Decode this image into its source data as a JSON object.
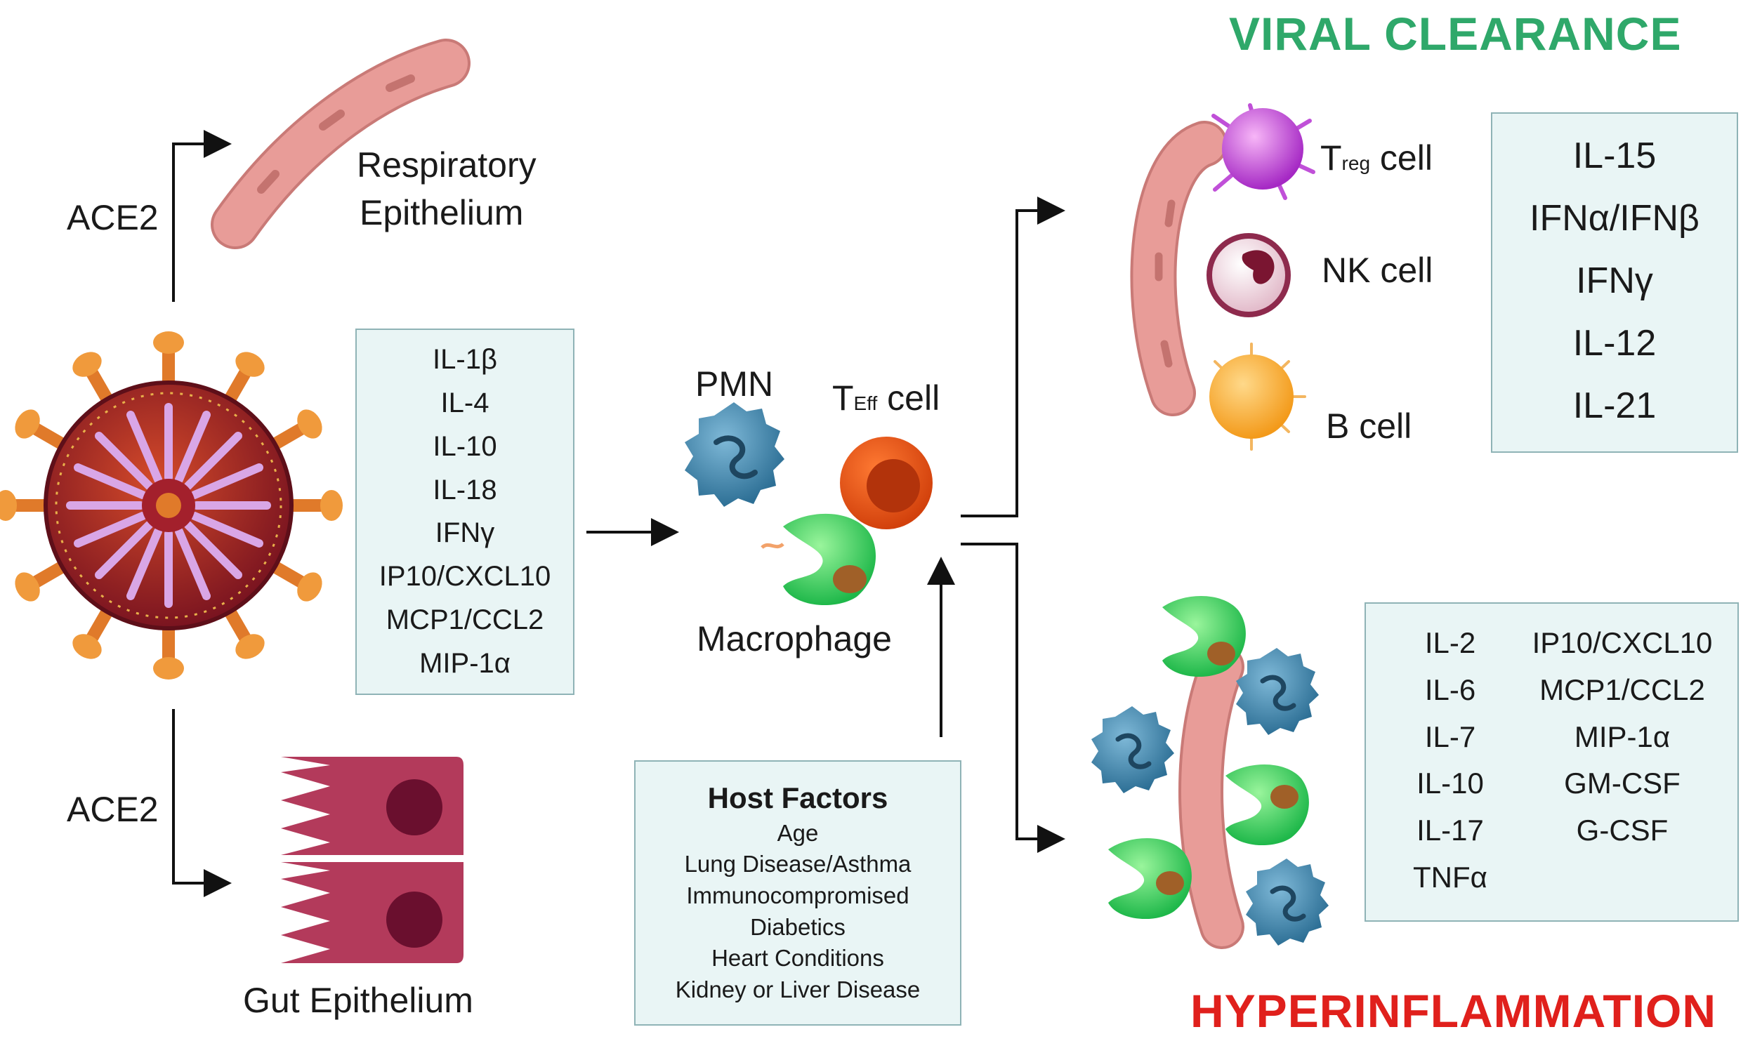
{
  "titles": {
    "viral_clearance": "VIRAL CLEARANCE",
    "hyperinflammation": "HYPERINFLAMMATION"
  },
  "labels": {
    "ace2_top": "ACE2",
    "ace2_bottom": "ACE2",
    "respiratory_line1": "Respiratory",
    "respiratory_line2": "Epithelium",
    "gut_epithelium": "Gut Epithelium",
    "pmn": "PMN",
    "teff_main": "T",
    "teff_sub": "Eff",
    "teff_rest": " cell",
    "macrophage": "Macrophage",
    "treg_main": "T",
    "treg_sub": "reg",
    "treg_rest": " cell",
    "nk_cell": "NK cell",
    "b_cell": "B cell"
  },
  "virus_cytokines": [
    "IL-1β",
    "IL-4",
    "IL-10",
    "IL-18",
    "IFNγ",
    "IP10/CXCL10",
    "MCP1/CCL2",
    "MIP-1α"
  ],
  "clearance_cytokines": [
    "IL-15",
    "IFNα/IFNβ",
    "IFNγ",
    "IL-12",
    "IL-21"
  ],
  "hyper_cytokines_left": [
    "IL-2",
    "IL-6",
    "IL-7",
    "IL-10",
    "IL-17",
    "TNFα"
  ],
  "hyper_cytokines_right": [
    "IP10/CXCL10",
    "MCP1/CCL2",
    "MIP-1α",
    "GM-CSF",
    "G-CSF"
  ],
  "host_factors": {
    "title": "Host Factors",
    "items": [
      "Age",
      "Lung Disease/Asthma",
      "Immunocompromised",
      "Diabetics",
      "Heart Conditions",
      "Kidney or Liver Disease"
    ]
  },
  "colors": {
    "green_title": "#2fa86a",
    "red_title": "#e0201c",
    "box_fill": "#e9f5f5",
    "epithelium": "#e79a96",
    "gut": "#b33a5b"
  }
}
